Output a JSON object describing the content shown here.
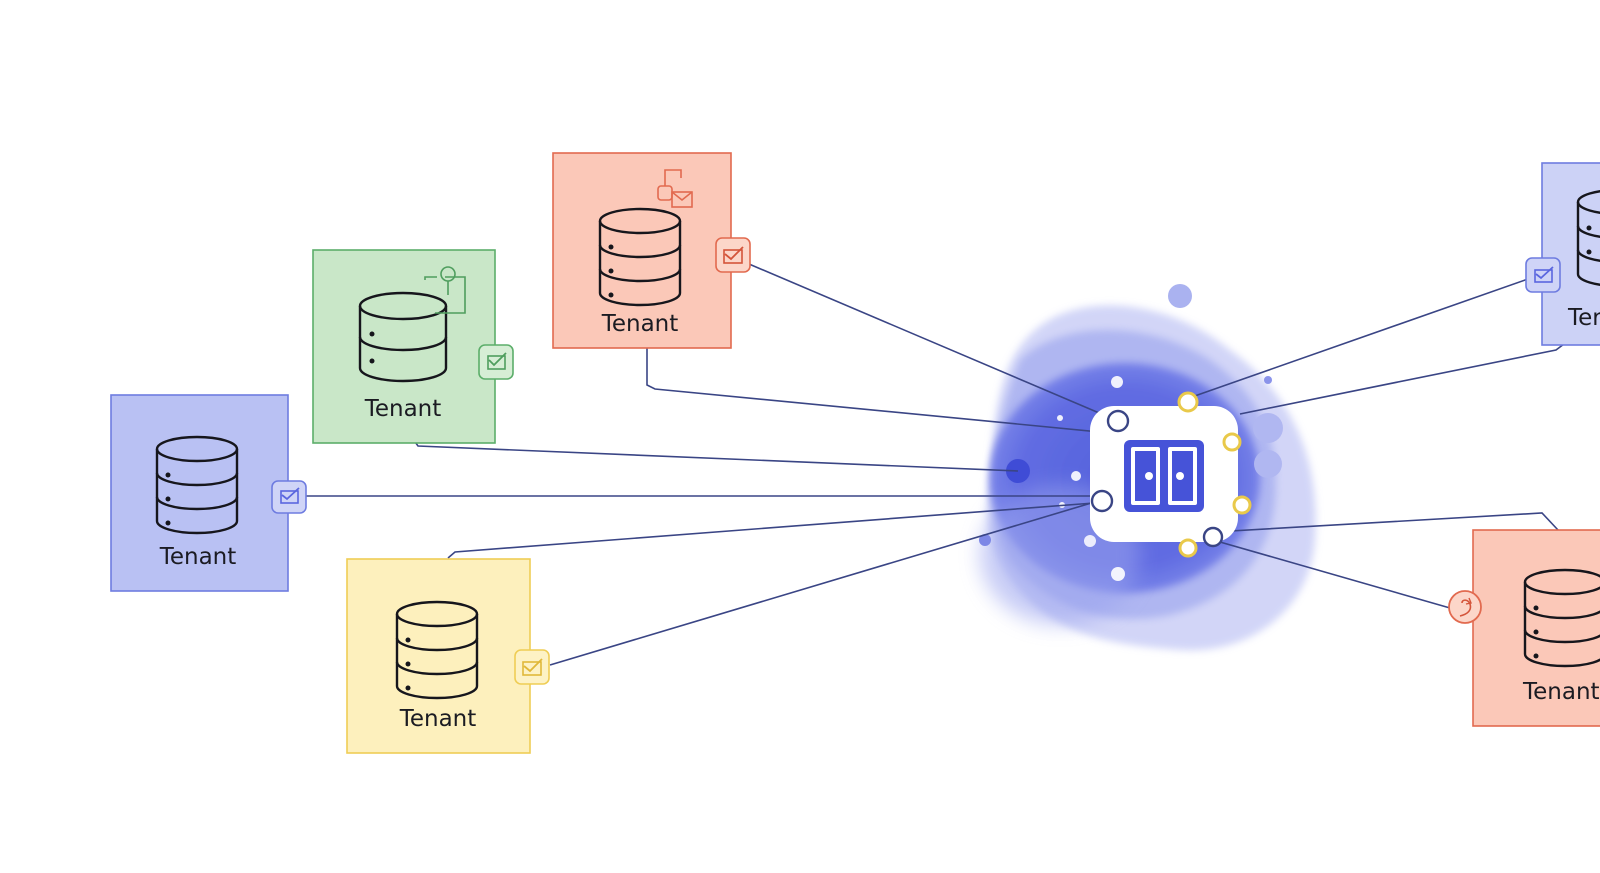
{
  "colors": {
    "blue_fill": "#b9c1f3",
    "blue_stroke": "#6e7ce0",
    "green_fill": "#c9e7c8",
    "green_stroke": "#5cae6a",
    "salmon_fill": "#fbc8b8",
    "salmon_stroke": "#e26a4f",
    "yellow_fill": "#fdf0bd",
    "yellow_stroke": "#efcd55",
    "hub_core": "#5a66df",
    "hub_glow": "#a9b1f0",
    "wire": "#3a4585"
  },
  "tenants": [
    {
      "id": "tenant-blue-left",
      "label": "Tenant",
      "color": "blue"
    },
    {
      "id": "tenant-green",
      "label": "Tenant",
      "color": "green"
    },
    {
      "id": "tenant-salmon-top",
      "label": "Tenant",
      "color": "salmon"
    },
    {
      "id": "tenant-yellow",
      "label": "Tenant",
      "color": "yellow"
    },
    {
      "id": "tenant-blue-right",
      "label": "Ter",
      "color": "blue"
    },
    {
      "id": "tenant-salmon-right",
      "label": "Tenant",
      "color": "salmon"
    }
  ],
  "hub": {
    "icon": "split-panel-icon"
  },
  "icons": [
    "check-badge-icon",
    "location-pin-icon",
    "folder-mail-icon",
    "refresh-badge-icon"
  ]
}
